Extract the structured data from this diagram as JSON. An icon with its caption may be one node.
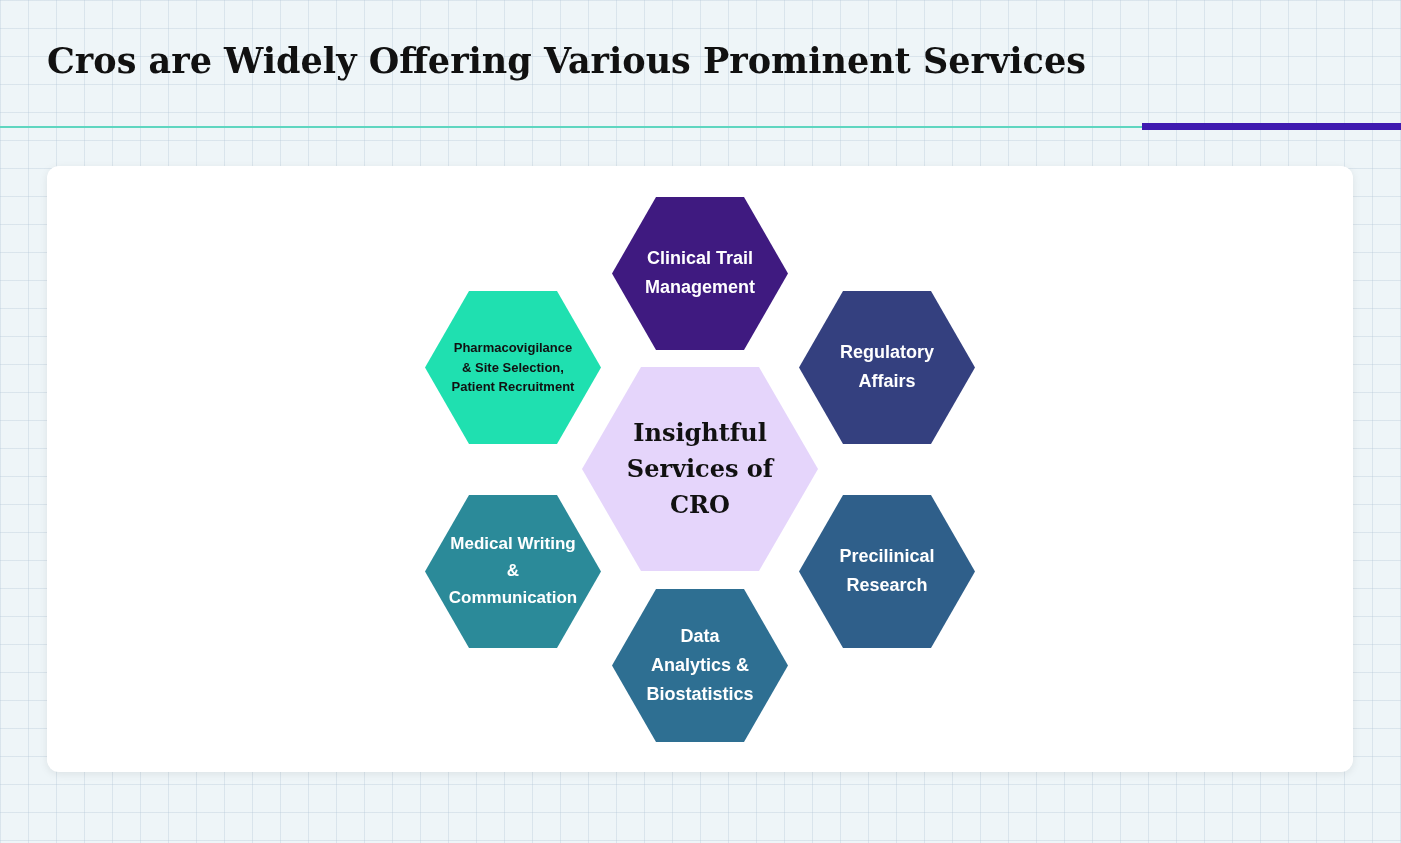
{
  "diagram": {
    "title": "Cros are Widely Offering Various Prominent Services",
    "nodes": [
      {
        "text": [
          "Clinical Trail Management"
        ]
      },
      {
        "text": [
          "Pharmacovigilance & Site Selection, Patient Recruitment"
        ]
      },
      {
        "text": [
          "Regulatory Affairs"
        ]
      },
      {
        "text": [
          "Insightful Services of CRO"
        ]
      },
      {
        "text": [
          "Medical Writing & Communication"
        ]
      },
      {
        "text": [
          "Precilinical Research"
        ]
      },
      {
        "text": [
          "Data Analytics & Biostatistics"
        ]
      }
    ]
  }
}
